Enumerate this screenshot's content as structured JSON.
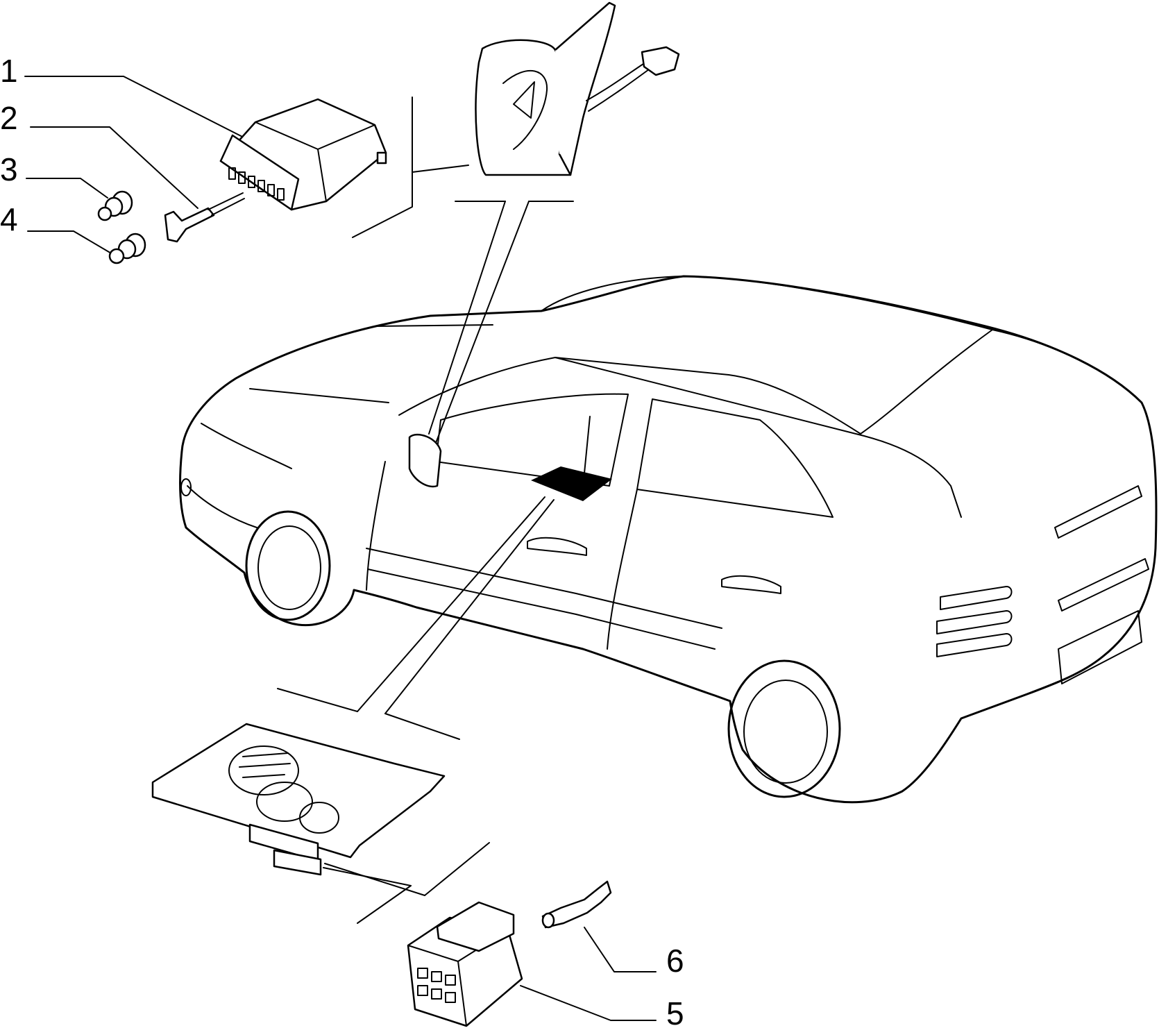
{
  "callouts": [
    {
      "number": "1",
      "part": "connector-housing"
    },
    {
      "number": "2",
      "part": "terminal"
    },
    {
      "number": "3",
      "part": "seal-plug"
    },
    {
      "number": "4",
      "part": "seal-plug"
    },
    {
      "number": "5",
      "part": "switch-connector-housing"
    },
    {
      "number": "6",
      "part": "switch-terminal"
    }
  ]
}
